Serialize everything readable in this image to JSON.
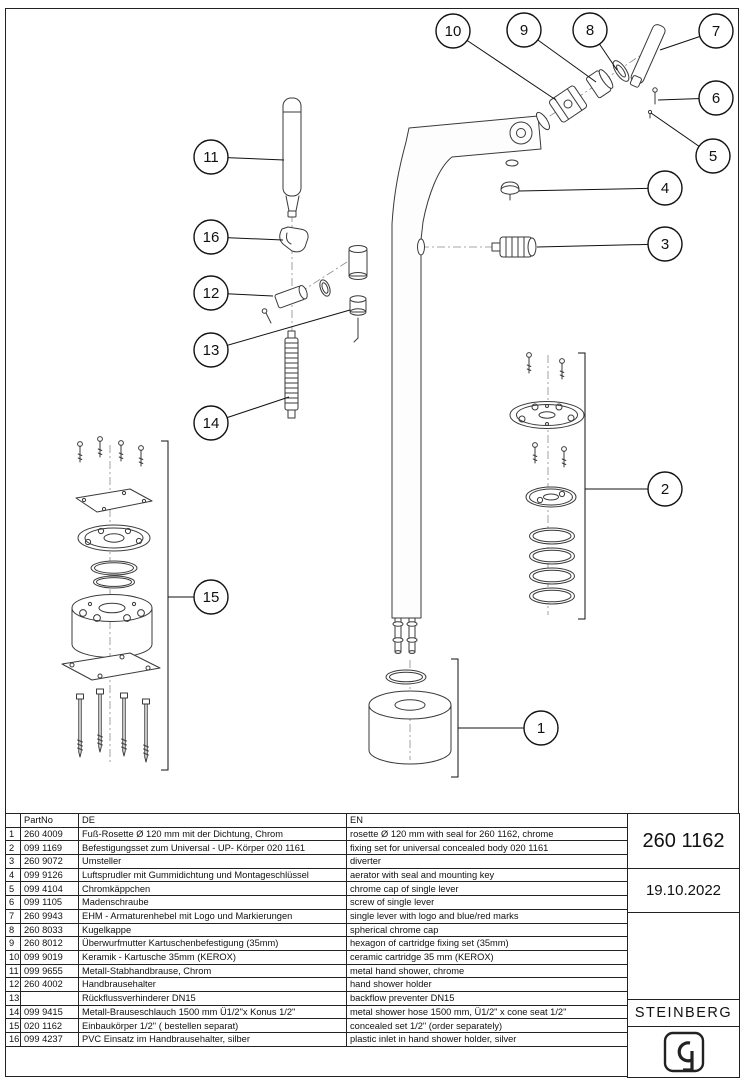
{
  "drawing": {
    "callouts": {
      "c1": "1",
      "c2": "2",
      "c3": "3",
      "c4": "4",
      "c5": "5",
      "c6": "6",
      "c7": "7",
      "c8": "8",
      "c9": "9",
      "c10": "10",
      "c11": "11",
      "c12": "12",
      "c13": "13",
      "c14": "14",
      "c15": "15",
      "c16": "16"
    }
  },
  "table": {
    "headers": {
      "no": "",
      "part": "PartNo",
      "de": "DE",
      "en": "EN"
    },
    "rows": [
      {
        "no": "1",
        "part": "260 4009",
        "de": "Fuß-Rosette Ø 120 mm mit der Dichtung, Chrom",
        "en": "rosette Ø 120 mm with seal for 260 1162, chrome"
      },
      {
        "no": "2",
        "part": "099 1169",
        "de": "Befestigungsset zum Universal - UP- Körper 020 1161",
        "en": "fixing set for universal concealed body 020 1161"
      },
      {
        "no": "3",
        "part": "260 9072",
        "de": "Umsteller",
        "en": "diverter"
      },
      {
        "no": "4",
        "part": "099 9126",
        "de": "Luftsprudler mit Gummidichtung und Montageschlüssel",
        "en": "aerator with seal and mounting key"
      },
      {
        "no": "5",
        "part": "099 4104",
        "de": "Chromkäppchen",
        "en": "chrome cap of single lever"
      },
      {
        "no": "6",
        "part": "099 1105",
        "de": "Madenschraube",
        "en": "screw of single lever"
      },
      {
        "no": "7",
        "part": "260 9943",
        "de": "EHM - Armaturenhebel mit Logo und Markierungen",
        "en": "single lever with logo and blue/red marks"
      },
      {
        "no": "8",
        "part": "260 8033",
        "de": "Kugelkappe",
        "en": "spherical chrome cap"
      },
      {
        "no": "9",
        "part": "260 8012",
        "de": "Überwurfmutter Kartuschenbefestigung (35mm)",
        "en": "hexagon of cartridge fixing set (35mm)"
      },
      {
        "no": "10",
        "part": "099 9019",
        "de": "Keramik - Kartusche 35mm (KEROX)",
        "en": "ceramic cartridge 35 mm (KEROX)"
      },
      {
        "no": "11",
        "part": "099 9655",
        "de": "Metall-Stabhandbrause, Chrom",
        "en": "metal hand shower, chrome"
      },
      {
        "no": "12",
        "part": "260 4002",
        "de": "Handbrausehalter",
        "en": "hand shower holder"
      },
      {
        "no": "13",
        "part": "",
        "de": "Rückflussverhinderer DN15",
        "en": "backflow preventer DN15"
      },
      {
        "no": "14",
        "part": "099 9415",
        "de": "Metall-Brauseschlauch 1500 mm Ü1/2\"x Konus 1/2\"",
        "en": "metal shower hose 1500 mm, Ü1/2\" x cone seat 1/2\""
      },
      {
        "no": "15",
        "part": "020 1162",
        "de": "Einbaukörper 1/2\" ( bestellen separat)",
        "en": "concealed set 1/2\" (order  separately)"
      },
      {
        "no": "16",
        "part": "099 4237",
        "de": "PVC Einsatz im Handbrausehalter, silber",
        "en": "plastic inlet in hand shower holder, silver"
      }
    ]
  },
  "title_block": {
    "product_no": "260 1162",
    "date": "19.10.2022",
    "brand": "STEINBERG"
  }
}
